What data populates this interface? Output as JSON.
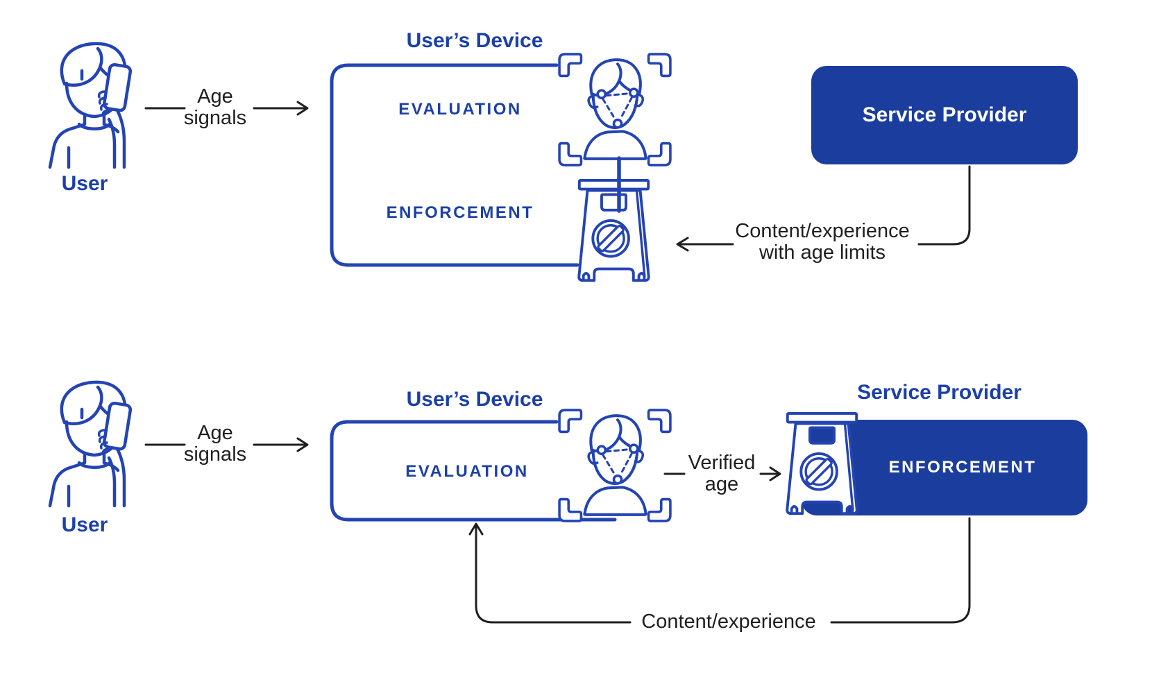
{
  "colors": {
    "line": "#2444b4",
    "solid": "#1b3d9e",
    "title": "#1c40a8",
    "text": "#1f1f1f",
    "background": "#ffffff"
  },
  "icons": {
    "user": "user-with-phone-icon",
    "face_scan": "face-scan-icon",
    "sign": "no-entry-sign-icon"
  },
  "flows": {
    "top": {
      "user_label": "User",
      "age_signals": {
        "line1": "Age",
        "line2": "signals"
      },
      "device": {
        "title": "User’s Device",
        "evaluation": "EVALUATION",
        "enforcement": "ENFORCEMENT"
      },
      "service_provider": {
        "label": "Service Provider"
      },
      "content_arrow": {
        "line1": "Content/experience",
        "line2": "with age limits"
      }
    },
    "bottom": {
      "user_label": "User",
      "age_signals": {
        "line1": "Age",
        "line2": "signals"
      },
      "device": {
        "title": "User’s Device",
        "evaluation": "EVALUATION"
      },
      "service_provider": {
        "title": "Service Provider",
        "enforcement": "ENFORCEMENT"
      },
      "verified_age": {
        "line1": "Verified",
        "line2": "age"
      },
      "content_arrow": {
        "label": "Content/experience"
      }
    }
  }
}
